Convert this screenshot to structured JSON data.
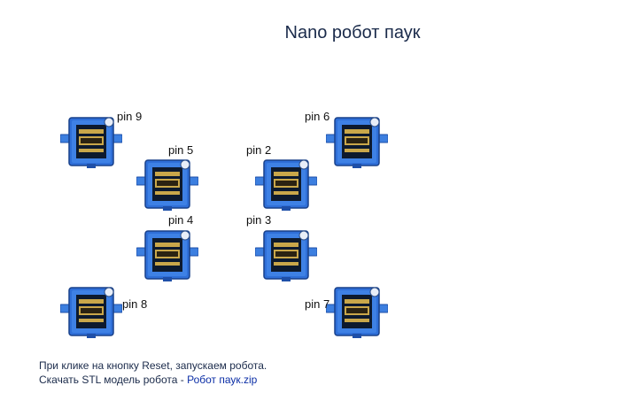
{
  "title": "Nano робот паук",
  "servos": [
    {
      "label": "pin 9",
      "pin": 9
    },
    {
      "label": "pin 6",
      "pin": 6
    },
    {
      "label": "pin 5",
      "pin": 5
    },
    {
      "label": "pin 2",
      "pin": 2
    },
    {
      "label": "pin 4",
      "pin": 4
    },
    {
      "label": "pin 3",
      "pin": 3
    },
    {
      "label": "pin 8",
      "pin": 8
    },
    {
      "label": "pin 7",
      "pin": 7
    }
  ],
  "footer": {
    "line1": "При клике на кнопку Reset, запускаем робота.",
    "line2_prefix": "Скачать STL модель робота - ",
    "link_label": "Робот паук.zip"
  },
  "colors": {
    "servo_blue": "#2f6fd8",
    "servo_dark": "#0d1a2e",
    "sticker_gold": "#c9a74a",
    "link": "#0b2ea6"
  },
  "icons": {
    "servo": "servo-motor-icon"
  }
}
